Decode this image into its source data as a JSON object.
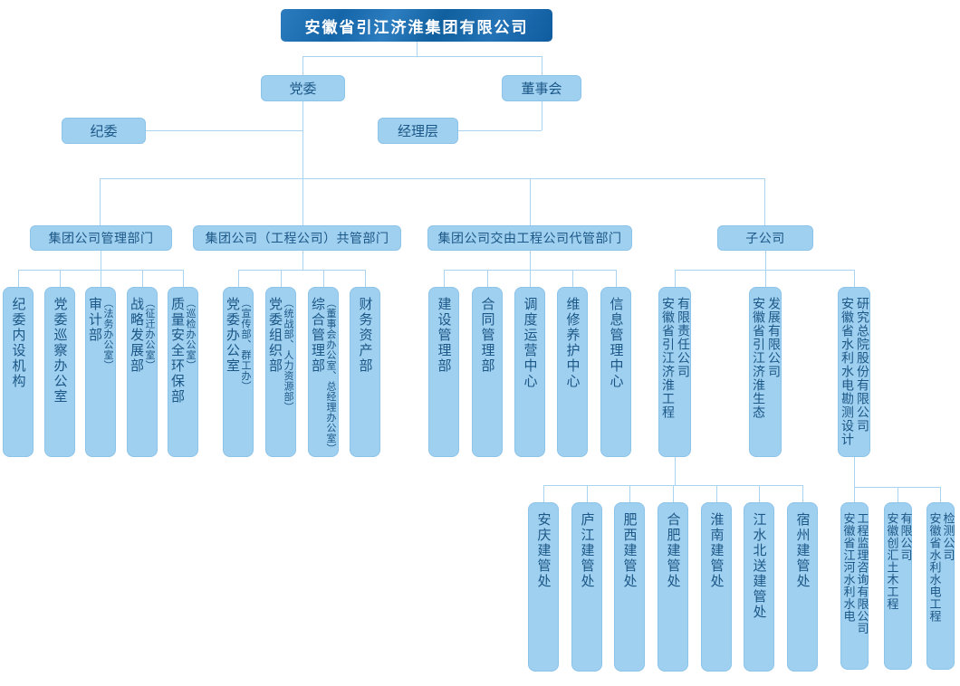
{
  "root": {
    "label": "安徽省引江济淮集团有限公司"
  },
  "level2": {
    "party_committee": "党委",
    "board": "董事会"
  },
  "level3": {
    "discipline_committee": "纪委",
    "management_layer": "经理层"
  },
  "groups": [
    {
      "header": "集团公司管理部门",
      "children": [
        {
          "main": "纪委内设机构"
        },
        {
          "main": "党委巡察办公室"
        },
        {
          "main": "审计部",
          "sub": "（法务办公室）"
        },
        {
          "main": "战略发展部",
          "sub": "（征迁办公室）"
        },
        {
          "main": "质量安全环保部",
          "sub": "（巡检办公室）"
        }
      ]
    },
    {
      "header": "集团公司（工程公司）共管部门",
      "children": [
        {
          "main": "党委办公室",
          "sub": "（宣传部、群工办）"
        },
        {
          "main": "党委组织部",
          "sub": "（统战部、人力资源部）"
        },
        {
          "main": "综合管理部",
          "sub": "（董事会办公室、总经理办公室）"
        },
        {
          "main": "财务资产部"
        }
      ]
    },
    {
      "header": "集团公司交由工程公司代管部门",
      "children": [
        {
          "main": "建设管理部"
        },
        {
          "main": "合同管理部"
        },
        {
          "main": "调度运营中心"
        },
        {
          "main": "维修养护中心"
        },
        {
          "main": "信息管理中心"
        }
      ]
    },
    {
      "header": "子公司",
      "children": [
        {
          "main": "安徽省引江济淮工程\n有限责任公司"
        },
        {
          "main": "安徽省引江济淮生态\n发展有限公司"
        },
        {
          "main": "安徽省水利水电勘测设计\n研究总院股份有限公司"
        }
      ]
    }
  ],
  "bottomA": {
    "children": [
      "安庆建管处",
      "庐江建管处",
      "肥西建管处",
      "合肥建管处",
      "淮南建管处",
      "江水北送建管处",
      "宿州建管处"
    ]
  },
  "bottomB": {
    "children": [
      "安徽省江河水利水电\n工程监理咨询有限公司",
      "安徽创汇土木工程\n有限公司",
      "安徽省水利水电工程\n检测公司"
    ]
  },
  "colors": {
    "root_fill": "#1565a9",
    "node_fill": "#a0d0f0",
    "node_border": "#8cc3e9",
    "text": "#1b5786",
    "connector": "#a9d3ee"
  }
}
